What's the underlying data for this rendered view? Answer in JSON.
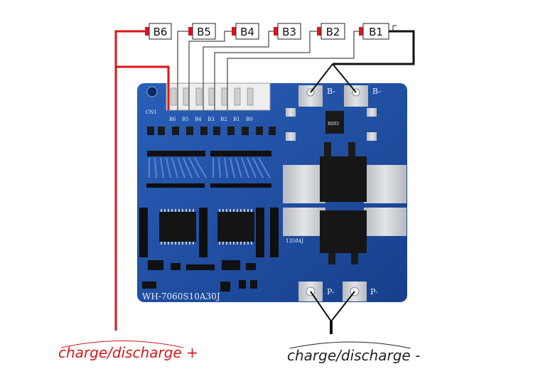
{
  "cells": [
    "B6",
    "B5",
    "B4",
    "B3",
    "B2",
    "B1"
  ],
  "board": {
    "model": "WH-7060S10A30J",
    "connector_ref": "CN1",
    "pad_b_minus": "B-",
    "pad_p_minus": "P-",
    "mosfet_code": "13584J",
    "chip_code": "R003",
    "pin_labels": [
      "B6",
      "B5",
      "B4",
      "B3",
      "B2",
      "B1",
      "B0"
    ]
  },
  "captions": {
    "positive": "charge/discharge +",
    "negative": "charge/discharge -"
  },
  "colors": {
    "positive_wire": "#d8161b",
    "negative_wire": "#111111",
    "pcb": "#1d4fa3",
    "pad": "#c9ccd1"
  }
}
